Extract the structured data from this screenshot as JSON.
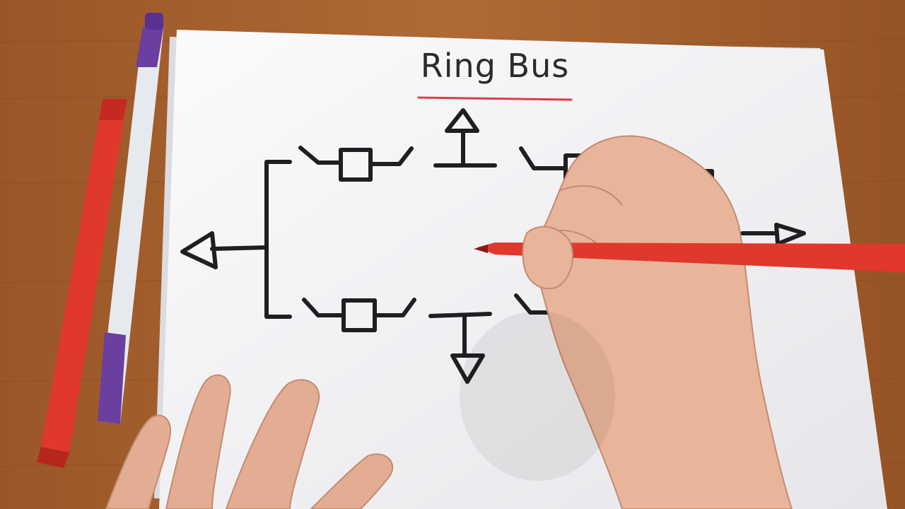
{
  "title": "Ring Bus",
  "colors": {
    "desk": "#a35f2c",
    "paper": "#f4f4f6",
    "ink": "#1f1f22",
    "title_underline": "#e0394a",
    "red_marker": "#e0382c",
    "purple_marker": "#6a3fa0",
    "skin": "#e8b59a"
  },
  "diagram": {
    "element_types": [
      "breaker",
      "feeder-arrow",
      "bus-line"
    ],
    "breaker_count": 4,
    "feeder_count": 4
  }
}
